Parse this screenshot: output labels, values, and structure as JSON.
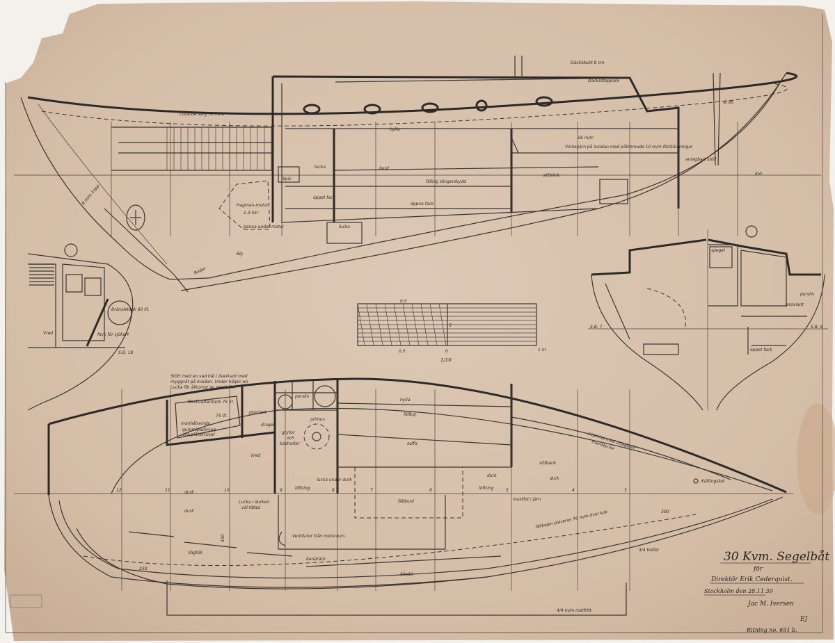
{
  "colors": {
    "paper": "#d8c3ae",
    "ink": "#3b3431",
    "torn_corner": "#f4f1ec"
  },
  "title_block": {
    "title": "30 Kvm. Segelbåt",
    "for": "för",
    "client": "Direktör Erik Cederquist.",
    "place_date": "Stockholm den 28.11.39",
    "signature": "Jac M. Iversen",
    "initials": "EJ",
    "drawing_no": "Ritning no. 651 b."
  },
  "profile": {
    "deck_camber": "Däcksbukt 8 cm",
    "deck_stopper": "Däcksstoppare",
    "coaming": "Lutande sarg 50 m/m",
    "shelf": "hylla",
    "angle_iron_thickness": "16 m/m",
    "angle_iron": "Vinkeljärn på insidan med pålimmade 10 m/m förstärkningar",
    "removable_support": "avtagbart stöd",
    "seat": "sittbänk",
    "table": "bord",
    "bunk_rail": "fällkoj slingerskydd",
    "open_compartment": "öppna fack",
    "open_box": "öppet fack",
    "hatch": "lucka",
    "stove": "Spis",
    "engine": "Hagman-motor",
    "engine_power": "1-3 hkr",
    "pan": "panna under motor",
    "cockpit": "lucka",
    "pipe": "Ø 60",
    "pole_dim": "Ø 60",
    "waterline": "KVL",
    "keel": "8 m/m kopp",
    "rudder": "Roder",
    "ballast": "Bly"
  },
  "section_left": {
    "label": "S.B. 10",
    "fuel_tank": "Bränsletank 60 lit.",
    "chart_box": "fack för sjökort",
    "latch": "Vred"
  },
  "section_right": {
    "label_left": "S.B. 7",
    "label_right": "S.B. 9",
    "crockery": "porslin",
    "provisions": "proviant",
    "open_box": "öppet fack",
    "mirror": "spegel"
  },
  "scale": {
    "top": "0,5",
    "bottom_left": "0,5",
    "zero": "0",
    "mid": "5",
    "one_m": "1 m",
    "ratio": "1/10"
  },
  "plan": {
    "note": [
      "Stött med en vad häl i överkant med",
      "myggnät på insidan. Under häljen en",
      "Lucka för åtkomst av manhålet"
    ],
    "water_tank": "färskvattentank 75 lit.",
    "manhole": "manhålsvinda",
    "gasket": [
      "gummipackning",
      "och plåtskruvar"
    ],
    "tank_size": "75 lit.",
    "provisions": "proviant",
    "drawer": "draget",
    "pots": [
      "grytor",
      "och",
      "kastruller"
    ],
    "crockery": "porslin",
    "primus": "primus",
    "shelf": "hylla",
    "folding_bunk": "fällkoj",
    "sofa": "soffa",
    "sail_bunk": [
      "segelkoj med uttagbart",
      "framstycke"
    ],
    "seat": "sittbänk",
    "floor": "durk",
    "floor2": "durk",
    "floor3": "durk",
    "floor4": "durk",
    "under_floor": "lucka under durk",
    "lifting_ring": "löftring",
    "lifting_ring2": "löftring",
    "mast_step": "mastfot i järn",
    "table": "fällbord",
    "latch": "Vred",
    "anchor_locker": "Kättingsluk",
    "hatch_sealed": [
      "Lucka i durken",
      "väl tätad"
    ],
    "ventilator": "Ventilator från motorrum.",
    "handrail": "handräck",
    "scupper": "Väghål",
    "dim_350": "350",
    "dim_230": "230",
    "dim_80x30": "80x30",
    "dim_300": "300",
    "bunk_note": "fällkojen placeras 76 m/m över kok",
    "bolts": "3/4 bulter",
    "cleats": "4/4 m/m rostfritt",
    "frames": [
      "12",
      "11",
      "10",
      "9",
      "8",
      "7",
      "6",
      "5",
      "4",
      "3"
    ]
  }
}
